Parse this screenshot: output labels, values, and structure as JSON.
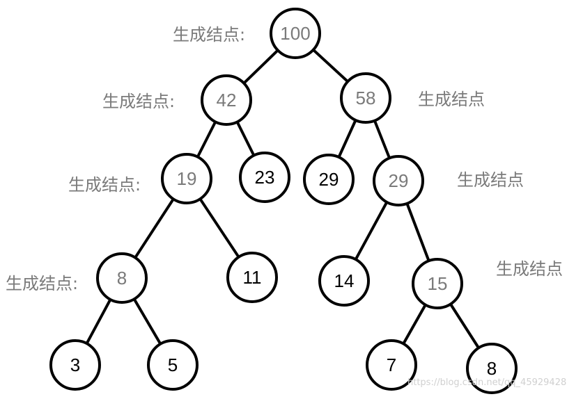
{
  "nodes": [
    {
      "id": "n100",
      "value": "100",
      "generated": true
    },
    {
      "id": "n42",
      "value": "42",
      "generated": true
    },
    {
      "id": "n58",
      "value": "58",
      "generated": true
    },
    {
      "id": "n19",
      "value": "19",
      "generated": true
    },
    {
      "id": "n23",
      "value": "23",
      "generated": false
    },
    {
      "id": "n29a",
      "value": "29",
      "generated": false
    },
    {
      "id": "n29b",
      "value": "29",
      "generated": true
    },
    {
      "id": "n8a",
      "value": "8",
      "generated": true
    },
    {
      "id": "n11",
      "value": "11",
      "generated": false
    },
    {
      "id": "n14",
      "value": "14",
      "generated": false
    },
    {
      "id": "n15",
      "value": "15",
      "generated": true
    },
    {
      "id": "n3",
      "value": "3",
      "generated": false
    },
    {
      "id": "n5",
      "value": "5",
      "generated": false
    },
    {
      "id": "n7",
      "value": "7",
      "generated": false
    },
    {
      "id": "n8b",
      "value": "8",
      "generated": false
    }
  ],
  "edges": [
    [
      "n100",
      "n42"
    ],
    [
      "n100",
      "n58"
    ],
    [
      "n42",
      "n19"
    ],
    [
      "n42",
      "n23"
    ],
    [
      "n58",
      "n29a"
    ],
    [
      "n58",
      "n29b"
    ],
    [
      "n19",
      "n8a"
    ],
    [
      "n19",
      "n11"
    ],
    [
      "n29b",
      "n14"
    ],
    [
      "n29b",
      "n15"
    ],
    [
      "n8a",
      "n3"
    ],
    [
      "n8a",
      "n5"
    ],
    [
      "n15",
      "n7"
    ],
    [
      "n15",
      "n8b"
    ]
  ],
  "labels": [
    {
      "node": "n100",
      "text": "生成结点:"
    },
    {
      "node": "n42",
      "text": "生成结点:"
    },
    {
      "node": "n58",
      "text": "生成结点"
    },
    {
      "node": "n19",
      "text": "生成结点:"
    },
    {
      "node": "n29b",
      "text": "生成结点"
    },
    {
      "node": "n8a",
      "text": "生成结点:"
    },
    {
      "node": "n15",
      "text": "生成结点"
    }
  ],
  "watermark": "https://blog.csdn.net/qq_45929428",
  "colors": {
    "generated_text": "#7a7a7a",
    "leaf_text": "#000000",
    "line": "#000000"
  }
}
